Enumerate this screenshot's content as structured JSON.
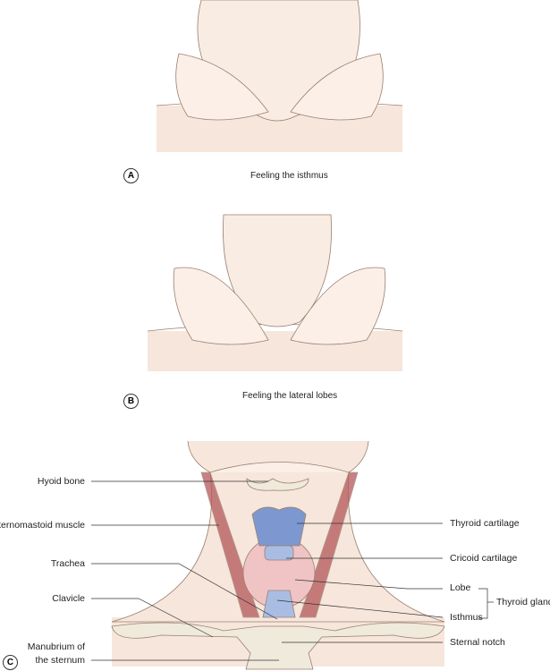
{
  "panels": [
    {
      "letter": "A",
      "caption": "Feeling the isthmus"
    },
    {
      "letter": "B",
      "caption": "Feeling the lateral lobes"
    },
    {
      "letter": "C"
    }
  ],
  "labels": {
    "hyoid": "Hyoid bone",
    "sternomastoid": "Sternomastoid muscle",
    "trachea": "Trachea",
    "clavicle": "Clavicle",
    "manubrium_1": "Manubrium of",
    "manubrium_2": "the sternum",
    "thyroid_cartilage": "Thyroid cartilage",
    "cricoid": "Cricoid cartilage",
    "lobe": "Lobe",
    "isthmus": "Isthmus",
    "thyroid_gland": "Thyroid gland",
    "sternal_notch": "Sternal notch"
  },
  "colors": {
    "skin": "#f7e6db",
    "muscle": "#b5565a",
    "cartilage": "#7d98d0",
    "bone": "#efeadb",
    "gland": "#f0c4c4"
  }
}
